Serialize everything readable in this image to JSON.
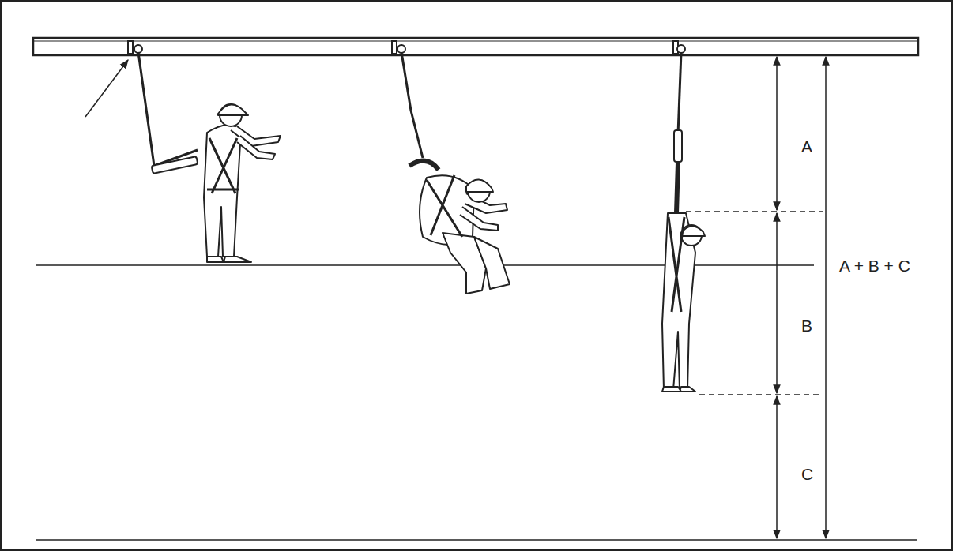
{
  "diagram": {
    "labels": [
      "A",
      "B",
      "C",
      "A + B + C"
    ]
  }
}
